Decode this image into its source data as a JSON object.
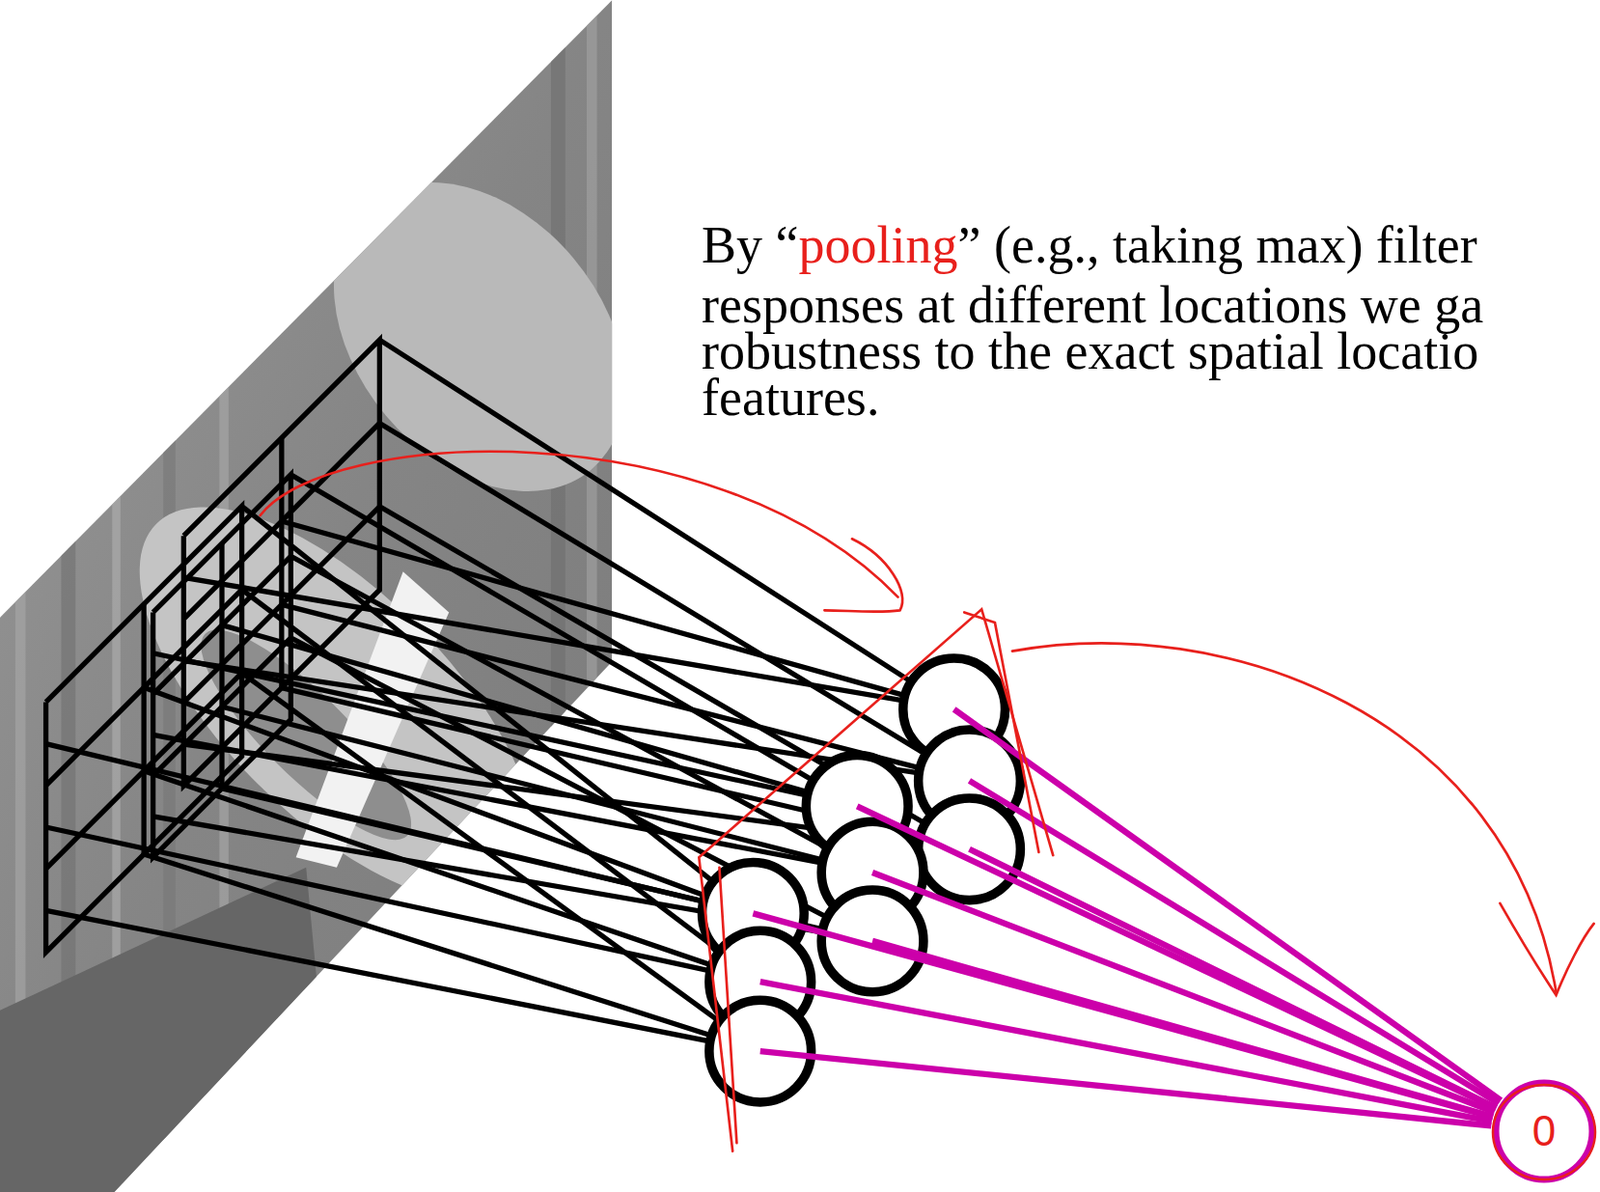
{
  "diagram": {
    "nodes": [
      {
        "text": [
          "0"
        ]
      }
    ],
    "labels": [
      "By “",
      "pooling",
      "” (e.g., taking max) filter",
      "responses at different locations we ga",
      "robustness to the exact spatial locatio",
      "features."
    ]
  }
}
